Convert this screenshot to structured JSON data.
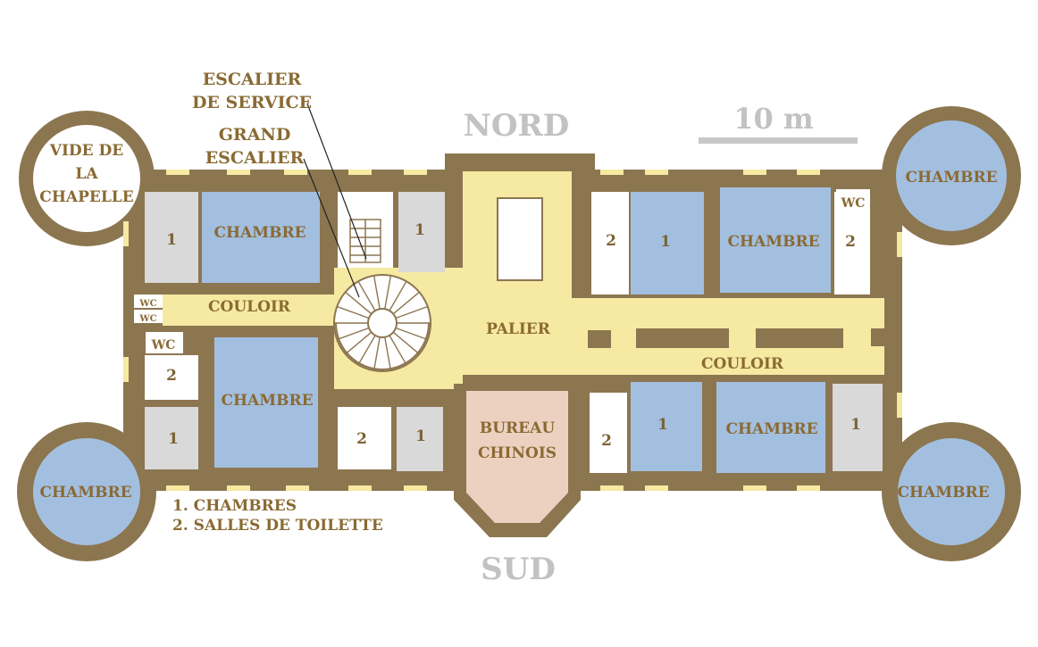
{
  "colors": {
    "wall": "#8c7650",
    "floor": "#f6e9a2",
    "chambre": "#a3bfe0",
    "small_room": "#d9d9d9",
    "bureau": "#ecd1c1",
    "text": "#8a6a33",
    "compass": "#c2c2c2",
    "scale": "#c8c8c8"
  },
  "compass": {
    "north": "NORD",
    "south": "SUD"
  },
  "scale_bar": {
    "label": "10 m"
  },
  "labels": {
    "escalier_service_1": "ESCALIER",
    "escalier_service_2": "DE SERVICE",
    "grand_escalier_1": "GRAND",
    "grand_escalier_2": "ESCALIER",
    "vide_chapelle_1": "VIDE DE",
    "vide_chapelle_2": "LA",
    "vide_chapelle_3": "CHAPELLE",
    "chambre": "CHAMBRE",
    "couloir": "COULOIR",
    "palier": "PALIER",
    "bureau_1": "BUREAU",
    "bureau_2": "CHINOIS",
    "wc": "WC",
    "one": "1",
    "two": "2"
  },
  "legend": {
    "item1": "1. CHAMBRES",
    "item2": "2. SALLES DE TOILETTE"
  }
}
